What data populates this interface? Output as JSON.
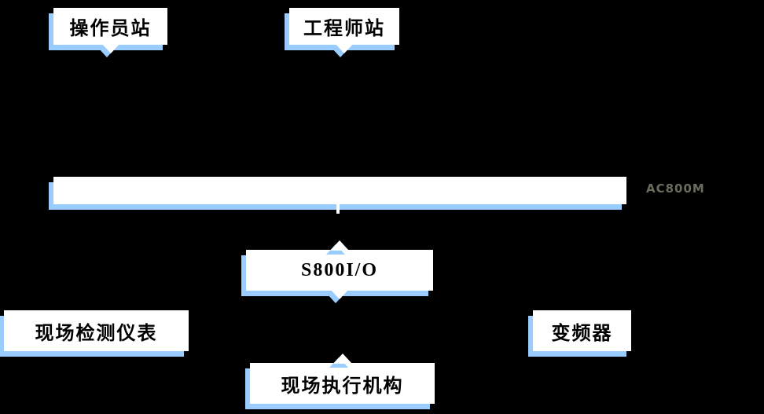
{
  "colors": {
    "background": "#000000",
    "box_fill": "#FFFFFF",
    "box_shadow": "#99CCFF",
    "label_text": "#000000",
    "bus_label_text": "#6B6B5E"
  },
  "nodes": {
    "operator_station": {
      "label": "操作员站"
    },
    "engineer_station": {
      "label": "工程师站"
    },
    "bus": {
      "side_label": "AC800M"
    },
    "io_module": {
      "label": "S800I/O"
    },
    "field_instruments": {
      "label": "现场检测仪表"
    },
    "inverter": {
      "label": "变频器"
    },
    "field_actuators": {
      "label": "现场执行机构"
    }
  }
}
